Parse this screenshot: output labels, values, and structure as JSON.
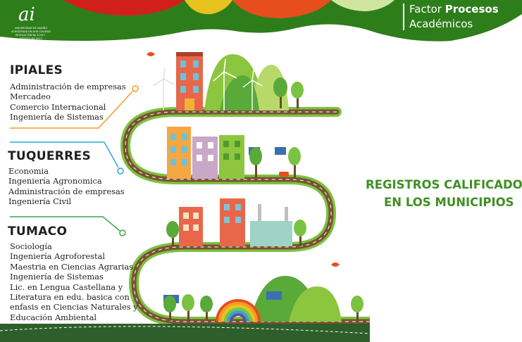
{
  "header": {
    "logo_mark": "ai",
    "logo_sub_1": "UNIVERSIDAD DE NARIÑO",
    "logo_sub_2": "ACREDITADA EN ALTA CALIDAD",
    "logo_sub_3": "RESOLUCIÓN No.11547 - AGOSTO DE 2017",
    "factor_light": "Factor",
    "factor_bold": "Procesos",
    "factor_line2": "Académicos"
  },
  "municipios": [
    {
      "name": "IPIALES",
      "programs": [
        "Administración de empresas",
        "Mercadeo",
        "Comercio Internacional",
        "Ingeniería de Sistemas"
      ]
    },
    {
      "name": "TUQUERRES",
      "programs": [
        "Economia",
        "Ingeniería Agronomica",
        "Administración de empresas",
        "Ingeniería Civil"
      ]
    },
    {
      "name": "TUMACO",
      "programs": [
        "Sociología",
        "Ingeniería Agroforestal",
        "Maestria en Ciencias Agrarias",
        "Ingeniería de Sistemas",
        "Lic. en Lengua Castellana y",
        "Literatura en edu. basica con",
        "enfasis en Ciencias Naturales y",
        "Educación Ambiental"
      ]
    }
  ],
  "registros": {
    "line1": "REGISTROS CALIFICADOS",
    "line2": "EN LOS MUNICIPIOS"
  },
  "colors": {
    "header_green": "#2e7d1b",
    "header_red": "#d1201c",
    "road": "#7a5230",
    "lawn": "#7cc242",
    "leader_orange": "#f39c21",
    "leader_blue": "#2aa9d4",
    "leader_green": "#3aa64a",
    "registros_green": "#3f8f23"
  }
}
